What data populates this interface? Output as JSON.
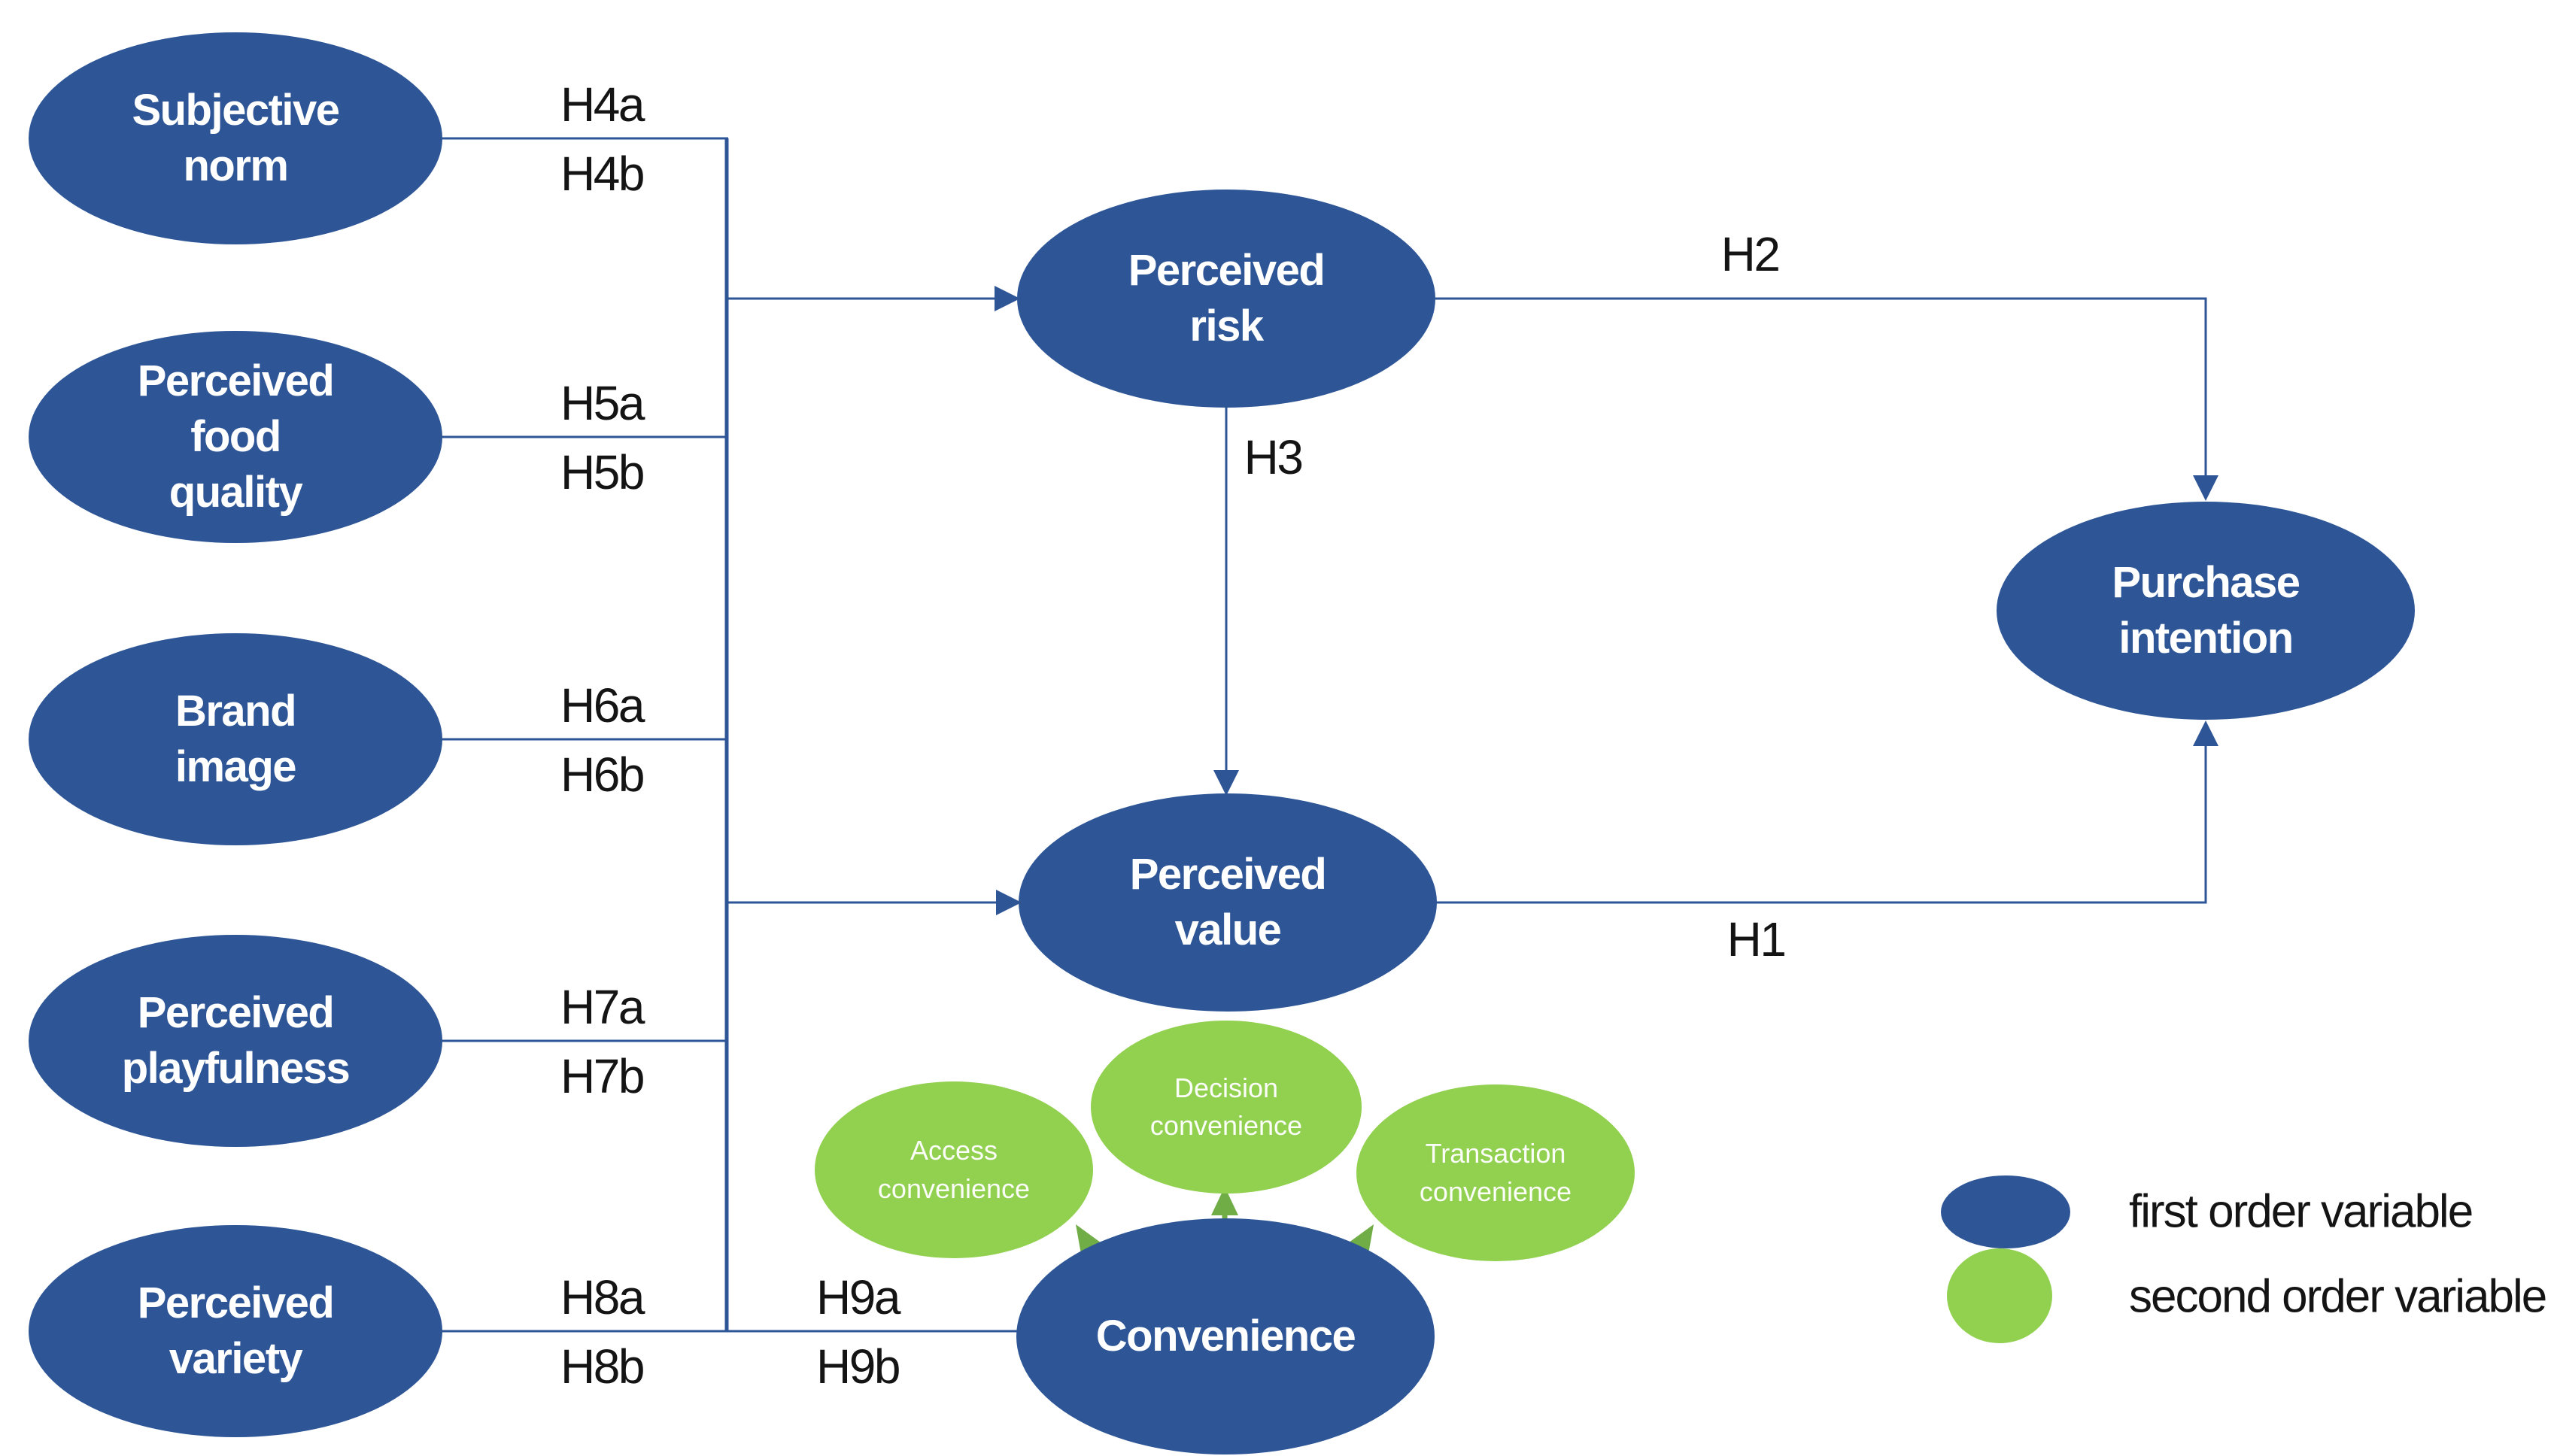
{
  "nodes": {
    "subjective_norm": "Subjective\nnorm",
    "perceived_food_quality": "Perceived\nfood\nquality",
    "brand_image": "Brand\nimage",
    "perceived_playfulness": "Perceived\nplayfulness",
    "perceived_variety": "Perceived\nvariety",
    "perceived_risk": "Perceived\nrisk",
    "perceived_value": "Perceived\nvalue",
    "purchase_intention": "Purchase\nintention",
    "convenience": "Convenience",
    "access_convenience": "Access\nconvenience",
    "decision_convenience": "Decision\nconvenience",
    "transaction_convenience": "Transaction\nconvenience"
  },
  "hypotheses": {
    "h1": "H1",
    "h2": "H2",
    "h3": "H3",
    "h4a": "H4a",
    "h4b": "H4b",
    "h5a": "H5a",
    "h5b": "H5b",
    "h6a": "H6a",
    "h6b": "H6b",
    "h7a": "H7a",
    "h7b": "H7b",
    "h8a": "H8a",
    "h8b": "H8b",
    "h9a": "H9a",
    "h9b": "H9b"
  },
  "legend": {
    "first_order": "first order variable",
    "second_order": "second order variable"
  },
  "colors": {
    "first_order_fill": "#2e5697",
    "second_order_fill": "#92d050",
    "connector": "#2e5697",
    "green_arrow": "#70ad47",
    "hypothesis_text": "#141414",
    "node_text": "#ffffff"
  }
}
